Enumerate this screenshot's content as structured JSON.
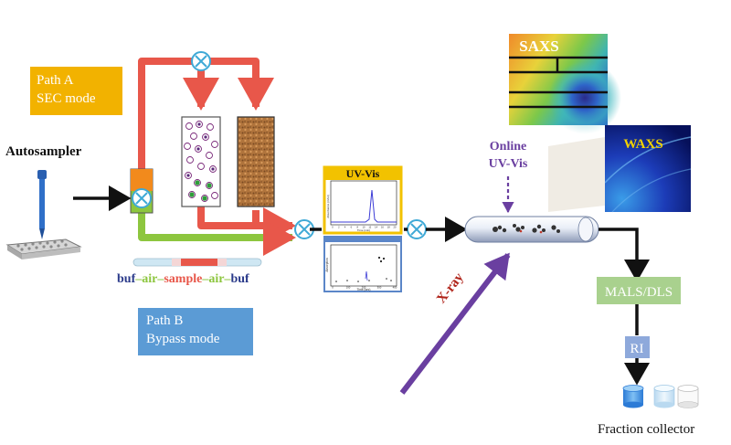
{
  "path_a": {
    "line1": "Path A",
    "line2": "SEC mode",
    "color": "#F2B200"
  },
  "path_b": {
    "line1": "Path B",
    "line2": "Bypass mode",
    "color": "#5B9BD5"
  },
  "autosampler": "Autosampler",
  "segments": {
    "buf1": "buf",
    "air1": "air",
    "sample": "sample",
    "air2": "air",
    "buf2": "buf"
  },
  "uvvis_title": "UV-Vis",
  "chart1": {
    "ylabel": "Absorbance (mAU)",
    "xlabel": "Time (min)",
    "xticks": [
      "0",
      "2",
      "4",
      "6",
      "8",
      "10",
      "12",
      "14",
      "16",
      "18",
      "20"
    ]
  },
  "chart2": {
    "ylabel": "Absorption",
    "xlabel": "Time (sec)",
    "xticks": [
      "0",
      "100",
      "200",
      "300",
      "400"
    ]
  },
  "online_uvvis": {
    "line1": "Online",
    "line2": "UV-Vis"
  },
  "saxs": "SAXS",
  "waxs": "WAXS",
  "xray": "X-ray",
  "mals": "MALS/DLS",
  "ri": "RI",
  "fraction_collector": "Fraction collector",
  "colors": {
    "red_path": "#E8574A",
    "green_path": "#8DC63F",
    "purple": "#6A3FA0",
    "valve": "#3FA9D6",
    "mals": "#A9D18E",
    "ri": "#8EA9DB",
    "uv_border": "#F2C200"
  }
}
